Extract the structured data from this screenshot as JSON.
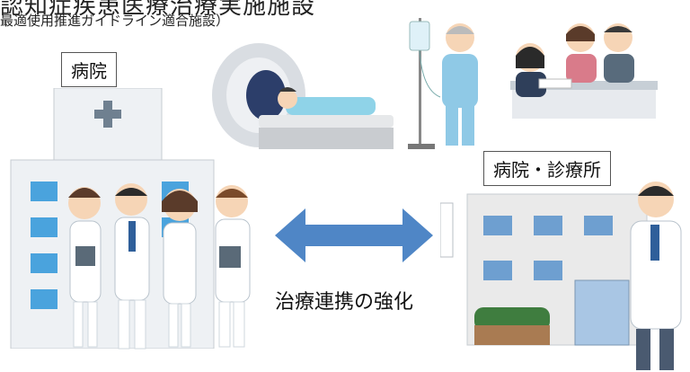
{
  "header": {
    "title_line1": "認知症疾患医療治療実施施設",
    "title_line2": "最適使用推進ガイドライン適合施設）"
  },
  "left": {
    "label": "病院"
  },
  "right": {
    "label": "病院・診療所"
  },
  "center": {
    "caption": "治療連携の強化"
  }
}
